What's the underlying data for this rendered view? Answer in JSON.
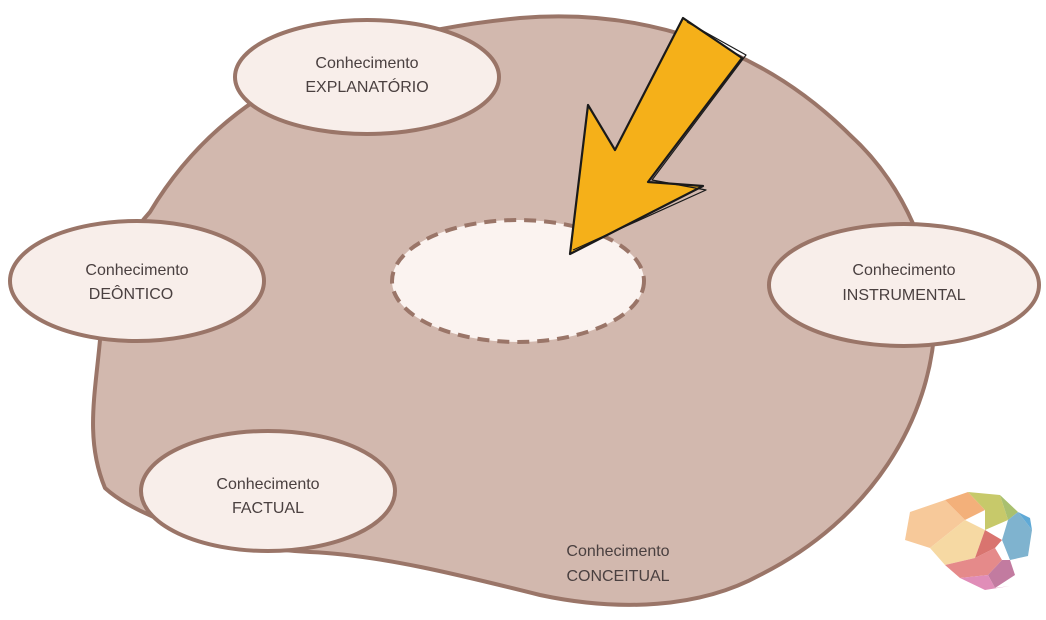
{
  "nodes": {
    "explanatorio": {
      "line1": "Conhecimento",
      "line2": "EXPLANATÓRIO"
    },
    "deontico": {
      "line1": "Conhecimento",
      "line2": "DEÔNTICO"
    },
    "instrumental": {
      "line1": "Conhecimento",
      "line2": "INSTRUMENTAL"
    },
    "factual": {
      "line1": "Conhecimento",
      "line2": "FACTUAL"
    },
    "conceitual": {
      "line1": "Conhecimento",
      "line2": "CONCEITUAL"
    }
  },
  "colors": {
    "blob_fill": "#d2b8ae",
    "outline": "#9a7568",
    "ellipse_fill": "#f8eeea",
    "center_fill": "#fbf3f0",
    "arrow_fill": "#f5b019",
    "arrow_stroke": "#1a1a1a"
  },
  "icons": [
    "brain-logo-icon"
  ]
}
